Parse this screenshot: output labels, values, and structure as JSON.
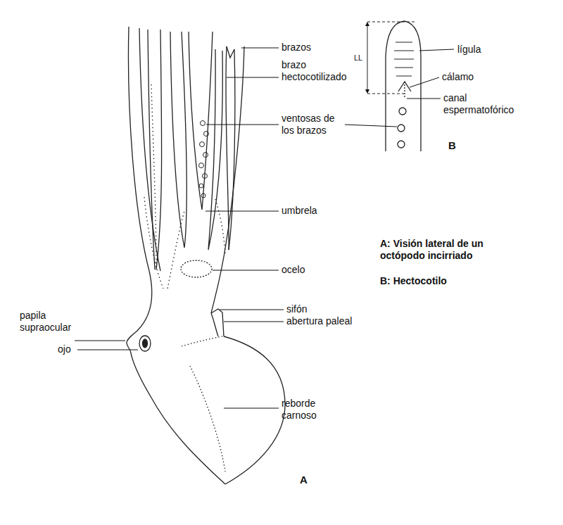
{
  "diagram": {
    "labels": [
      "brazos",
      "brazo hectocotilizado",
      "ventosas de los brazos",
      "umbrela",
      "ocelo",
      "sifón",
      "abertura paleal",
      "papila supraocular",
      "ojo",
      "reborde carnoso",
      "A",
      "LL",
      "lígula",
      "cálamo",
      "canal espermatofórico",
      "B",
      "A: Visión lateral de un octópodo incirriado",
      "B: Hectocotilo"
    ]
  }
}
